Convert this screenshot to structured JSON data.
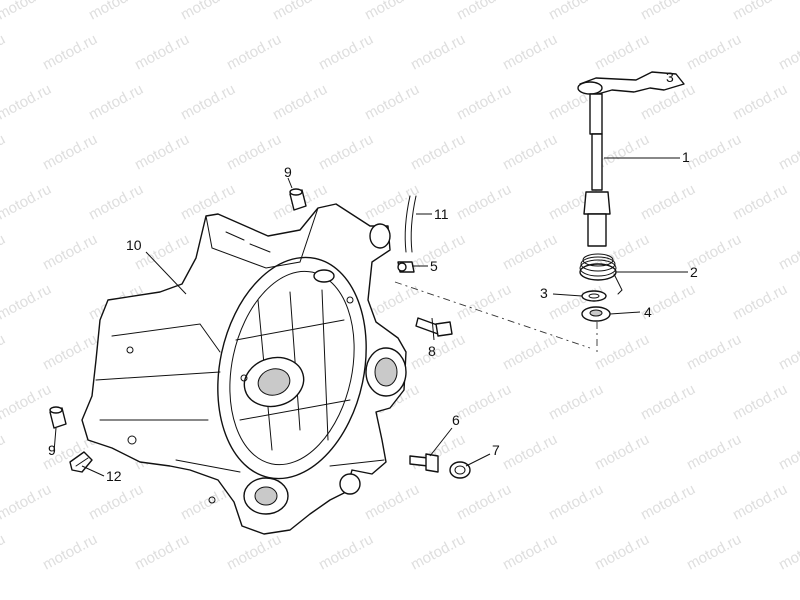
{
  "watermark": {
    "text": "motod.ru"
  },
  "callouts": [
    {
      "id": "1",
      "label": "1"
    },
    {
      "id": "2",
      "label": "2"
    },
    {
      "id": "3a",
      "label": "3"
    },
    {
      "id": "3b",
      "label": "3"
    },
    {
      "id": "4",
      "label": "4"
    },
    {
      "id": "5",
      "label": "5"
    },
    {
      "id": "6",
      "label": "6"
    },
    {
      "id": "7",
      "label": "7"
    },
    {
      "id": "8",
      "label": "8"
    },
    {
      "id": "9a",
      "label": "9"
    },
    {
      "id": "9b",
      "label": "9"
    },
    {
      "id": "10",
      "label": "10"
    },
    {
      "id": "11",
      "label": "11"
    },
    {
      "id": "12",
      "label": "12"
    }
  ],
  "colors": {
    "line": "#111111",
    "watermark": "#dedede",
    "background": "#ffffff"
  }
}
